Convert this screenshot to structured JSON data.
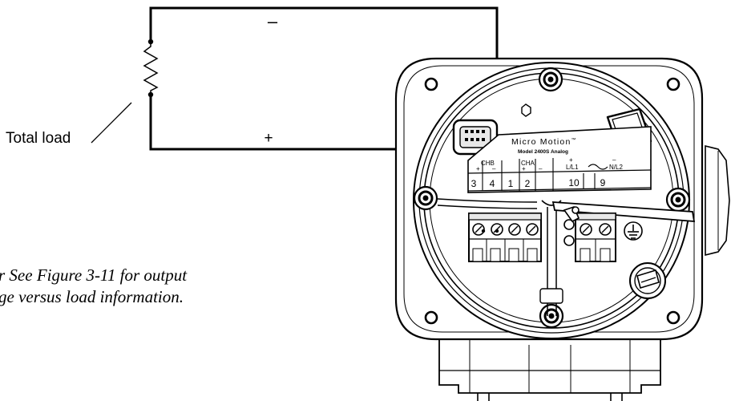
{
  "labels": {
    "minus_sign": "–",
    "plus_sign": "+",
    "total_load": "Total load"
  },
  "note": {
    "line1": "r See Figure 3-11 for output",
    "line2": "ge versus load information."
  },
  "device": {
    "brand": "Micro Motion",
    "trademark": "™",
    "model": "Model 2400S Analog",
    "channel_b": "CHB",
    "channel_a": "CHA",
    "chb_plus": "+",
    "chb_minus": "–",
    "cha_plus": "+",
    "cha_minus": "–",
    "power_l": "L/L1",
    "power_n": "N/L2",
    "power_plus": "+",
    "power_minus": "–",
    "terminals": [
      "3",
      "4",
      "1",
      "2",
      "10",
      "9"
    ]
  },
  "colors": {
    "ink": "#000000",
    "fill": "#ffffff",
    "shade": "#e8e8e8"
  }
}
